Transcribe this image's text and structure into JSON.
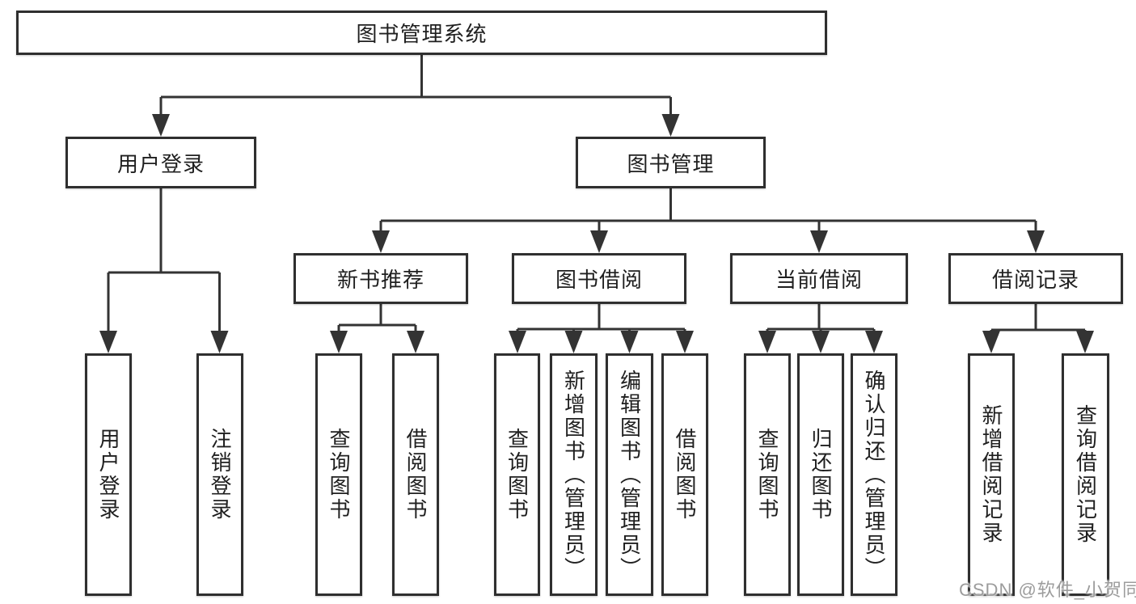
{
  "diagram": {
    "title": "图书管理系统",
    "type": "hierarchy-tree",
    "colors": {
      "line": "#333333",
      "box_border": "#2f2f2f",
      "box_fill": "#ffffff",
      "text": "#1f1f1f",
      "watermark": "#9c9c9c",
      "background": "#ffffff"
    },
    "nodes": {
      "root": "图书管理系统",
      "user_login": "用户登录",
      "book_mgmt": "图书管理",
      "new_book_rec": "新书推荐",
      "book_borrow": "图书借阅",
      "current_borrow": "当前借阅",
      "borrow_records": "借阅记录",
      "leaf_user_login": "用户登录",
      "leaf_logout": "注销登录",
      "leaf_nbr_query": "查询图书",
      "leaf_nbr_borrow": "借阅图书",
      "leaf_bb_query": "查询图书",
      "leaf_bb_add": "新增图书（管理员）",
      "leaf_bb_edit": "编辑图书（管理员）",
      "leaf_bb_borrow": "借阅图书",
      "leaf_cb_query": "查询图书",
      "leaf_cb_return": "归还图书",
      "leaf_cb_confirm": "确认归还（管理员）",
      "leaf_br_add": "新增借阅记录",
      "leaf_br_query": "查询借阅记录"
    },
    "hierarchy": {
      "label": "图书管理系统",
      "children": [
        {
          "label": "用户登录",
          "children": [
            "用户登录",
            "注销登录"
          ]
        },
        {
          "label": "图书管理",
          "children": [
            {
              "label": "新书推荐",
              "children": [
                "查询图书",
                "借阅图书"
              ]
            },
            {
              "label": "图书借阅",
              "children": [
                "查询图书",
                "新增图书（管理员）",
                "编辑图书（管理员）",
                "借阅图书"
              ]
            },
            {
              "label": "当前借阅",
              "children": [
                "查询图书",
                "归还图书",
                "确认归还（管理员）"
              ]
            },
            {
              "label": "借阅记录",
              "children": [
                "新增借阅记录",
                "查询借阅记录"
              ]
            }
          ]
        }
      ]
    },
    "watermark": "CSDN @软件_小贺同学"
  }
}
